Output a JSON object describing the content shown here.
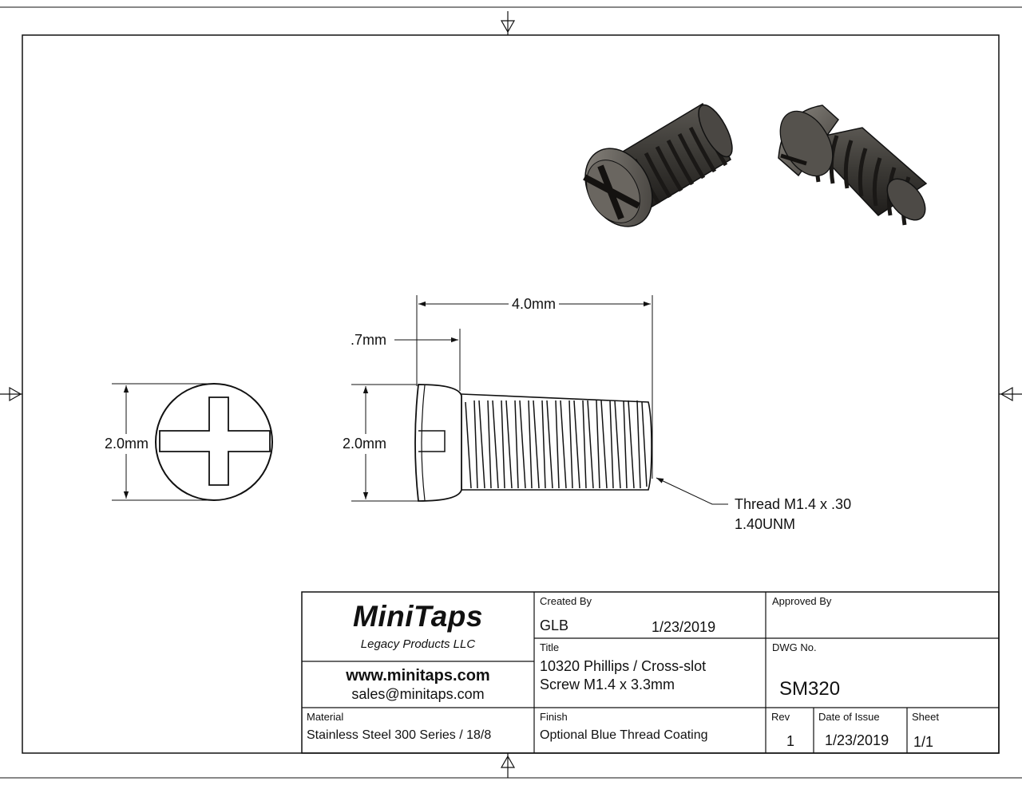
{
  "dimensions": {
    "length": "4.0mm",
    "head_height": ".7mm",
    "head_diameter_end": "2.0mm",
    "head_diameter_side": "2.0mm"
  },
  "thread_callout": {
    "line1": "Thread M1.4 x .30",
    "line2": "1.40UNM"
  },
  "title_block": {
    "company": "MiniTaps",
    "tagline": "Legacy Products LLC",
    "website": "www.minitaps.com",
    "email": "sales@minitaps.com",
    "created_by_label": "Created By",
    "created_by": "GLB",
    "created_date": "1/23/2019",
    "approved_by_label": "Approved By",
    "title_label": "Title",
    "title_line1": "10320 Phillips / Cross-slot",
    "title_line2": "Screw M1.4 x 3.3mm",
    "dwg_label": "DWG No.",
    "dwg_no": "SM320",
    "material_label": "Material",
    "material": "Stainless Steel 300 Series / 18/8",
    "finish_label": "Finish",
    "finish": "Optional Blue Thread Coating",
    "rev_label": "Rev",
    "rev": "1",
    "issue_label": "Date of Issue",
    "issue_date": "1/23/2019",
    "sheet_label": "Sheet",
    "sheet": "1/1"
  }
}
